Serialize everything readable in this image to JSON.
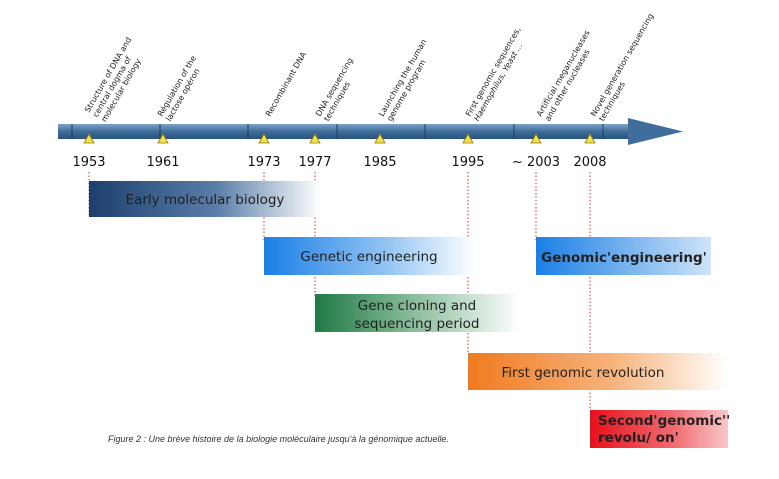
{
  "timeline": {
    "events": [
      {
        "year": "1953",
        "lines": [
          "Structure of DNA and",
          "central dogma of",
          "molecular biology"
        ]
      },
      {
        "year": "1961",
        "lines": [
          "Régulation of the",
          "lactose opéron"
        ]
      },
      {
        "year": "1973",
        "lines": [
          "Recombinant DNA"
        ]
      },
      {
        "year": "1977",
        "lines": [
          "DNA sequencing",
          "techniques"
        ]
      },
      {
        "year": "1985",
        "lines": [
          "Launching the human",
          "genome program"
        ]
      },
      {
        "year": "1995",
        "lines": [
          "First genomic sequences,",
          "Haemophilus, Yeast ..."
        ]
      },
      {
        "year": "~ 2003",
        "lines": [
          "Artificial meganucleases",
          "and other nucleases"
        ]
      },
      {
        "year": "2008",
        "lines": [
          "Novel generation sequencing",
          "techniques"
        ]
      }
    ],
    "periods": [
      {
        "lines": [
          "Early molecular biology"
        ],
        "color": "#1c3f6e"
      },
      {
        "lines": [
          "Genetic engineering"
        ],
        "color": "#1e88e5"
      },
      {
        "lines": [
          "Genomic'engineering'"
        ],
        "color": "#1e88e5"
      },
      {
        "lines": [
          "Gene cloning and",
          "sequencing period"
        ],
        "color": "#1f7a45"
      },
      {
        "lines": [
          "First genomic revolution"
        ],
        "color": "#f07a20"
      },
      {
        "lines": [
          "Second'genomic''",
          "revolu/ on'"
        ],
        "color": "#e8101a"
      }
    ],
    "caption": "Figure 2 : Une brève histoire de la biologie moléculaire jusqu'à la génomique actuelle.",
    "colors": {
      "arrow": "#3f6e9c",
      "marker": "#f2e24a",
      "dotted_line": "#e03030"
    }
  }
}
